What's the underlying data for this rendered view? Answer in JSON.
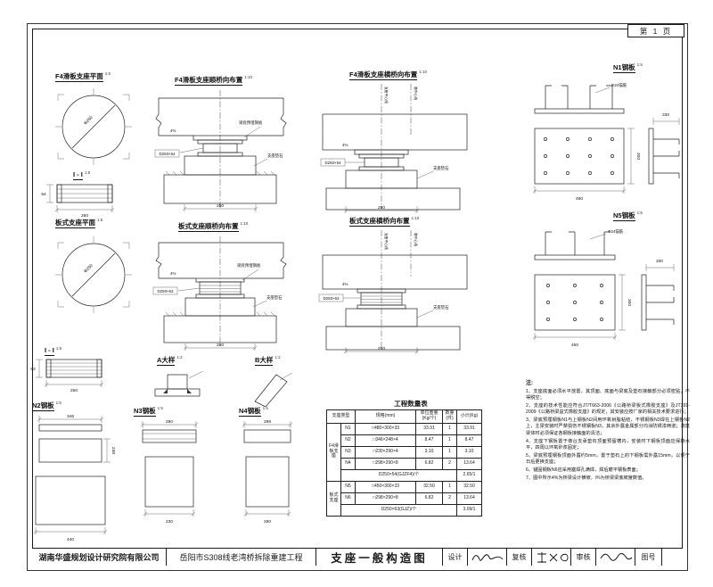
{
  "sheet": {
    "page_label": "第 1 页"
  },
  "titles": {
    "f4_plan": "F4滑板支座平面",
    "f4_long": "F4滑板支座顺桥向布置",
    "f4_trans": "F4滑板支座横桥向布置",
    "n1": "N1钢板",
    "bs_plan": "板式支座平面",
    "bs_long": "板式支座顺桥向布置",
    "bs_trans": "板式支座横桥向布置",
    "n5": "N5钢板",
    "section": "I - I",
    "n2": "N2钢板",
    "n3": "N3钢板",
    "n4": "N4钢板",
    "detail_a": "A大样",
    "detail_b": "B大样",
    "table_title": "工程数量表"
  },
  "scales": {
    "plan": "1:5",
    "arr": "1:10",
    "plate": "1:5",
    "detail": "1:2",
    "sec": "1:5"
  },
  "ann": {
    "phi250": "Φ250",
    "d250": "250",
    "t54": "54",
    "t63": "63",
    "bearing_f4": "D250×54",
    "bearing_bs": "D250×63",
    "beam_plate": "梁底预埋钢板",
    "pad_stone": "支座垫石",
    "slope": "4%",
    "cl_bearing": "支座中心线",
    "cl_pier": "墩中心线",
    "anchor": "Φ24锚筋",
    "d480": "480",
    "d450": "450",
    "d300": "300",
    "d330": "330",
    "d346": "346",
    "d248": "248",
    "d440": "440",
    "d290": "290",
    "d230": "230",
    "d298": "298"
  },
  "table": {
    "h_type": "支座类型",
    "h_spec": "规格(mm)",
    "h_unit": "单位重量(Kg/个)",
    "h_qty": "数量(件)",
    "h_sub": "小计(Kg)",
    "g1": "F4滑板支座",
    "g2": "板式支座",
    "rows": [
      {
        "no": "N1",
        "spec": "□480×300×33",
        "unit": "33.91",
        "qty": "1",
        "sub": "33.91"
      },
      {
        "no": "N2",
        "spec": "□346×248×4",
        "unit": "8.47",
        "qty": "1",
        "sub": "8.47"
      },
      {
        "no": "N3",
        "spec": "□230×290×4",
        "unit": "3.10",
        "qty": "1",
        "sub": "3.10"
      },
      {
        "no": "N4",
        "spec": "□298×290×8",
        "unit": "6.82",
        "qty": "2",
        "sub": "13.64"
      },
      {
        "spec": "D250×54(GJZF4)/个",
        "sub": "2.65/1"
      },
      {
        "no": "N5",
        "spec": "□450×300×33",
        "unit": "32.50",
        "qty": "1",
        "sub": "32.50"
      },
      {
        "no": "N6",
        "spec": "□298×290×8",
        "unit": "6.82",
        "qty": "2",
        "sub": "13.64"
      },
      {
        "spec": "D250×63(GJZ)/个",
        "sub": "3.09/1"
      }
    ]
  },
  "notes": {
    "title": "注:",
    "items": [
      "1、支座底面必须水平放置，其顶面、底面与梁底及垫石接触部分必须密贴，不得脱空；",
      "2、支座的技术性能应符合JT/T663-2006《公路桥梁板式橡胶支座》及JT391-2009《公路桥梁盆式橡胶支座》的规定，其安装应按厂家的相关技术要求进行；",
      "3、梁底预埋钢板N1与上钢板N2间用环氧树脂粘结，不锈钢板N3焊在上钢板N2上，主梁安装时严禁损伤不锈钢板N3，其余外露金属部分均涂防锈漆两道；浇筑梁体时必须保证各钢板接触面的清洁；",
      "4、支座下钢板置于墩台支承垫石顶面预留槽内，安装时下钢板顶面应保持水平，四周以环氧砂浆固定；",
      "5、梁底预埋钢板顶面外露约5mm，置于垫石上的下钢板需外露15mm，以便于日后更换支座；",
      "6、锚固钢板N6应采用塞焊孔满焊，焊后磨平钢板表面；",
      "7、图中所示4%为桥梁设计横坡，i%为桥梁梁底坡度数值。"
    ]
  },
  "title_block": {
    "company": "湖南华盛规划设计研究院有限公司",
    "project": "岳阳市S308线老湾桥拆除重建工程",
    "drawing_name": "支座一般构造图",
    "design": "设计",
    "check": "复核",
    "review": "审核",
    "fig_no": "图号"
  }
}
